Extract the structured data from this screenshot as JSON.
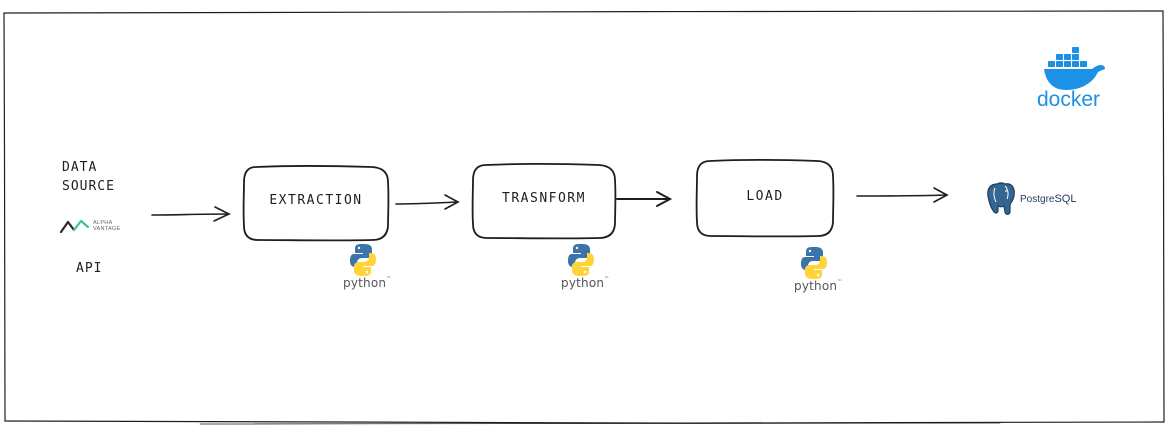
{
  "source": {
    "line1": "DATA",
    "line2": "SOURCE",
    "provider_line1": "ALPHA",
    "provider_line2": "VANTAGE",
    "api_label": "API",
    "provider_icon": "alpha-vantage-logo-icon"
  },
  "stages": [
    {
      "label": "EXTRACTION",
      "tool": "python"
    },
    {
      "label": "TRASNFORM",
      "tool": "python"
    },
    {
      "label": "LOAD",
      "tool": "python"
    }
  ],
  "destination": {
    "name_part1": "Postgre",
    "name_part2": "SQL",
    "icon": "postgresql-elephant-icon"
  },
  "container": {
    "name": "docker",
    "icon": "docker-whale-icon"
  },
  "python_label": "python",
  "colors": {
    "ink": "#1e1e1e",
    "docker_blue": "#1d91e6",
    "python_blue": "#3a74a8",
    "python_yellow": "#ffd43b",
    "postgres_navy": "#336791",
    "alpha_vantage_teal": "#3bbfad"
  }
}
